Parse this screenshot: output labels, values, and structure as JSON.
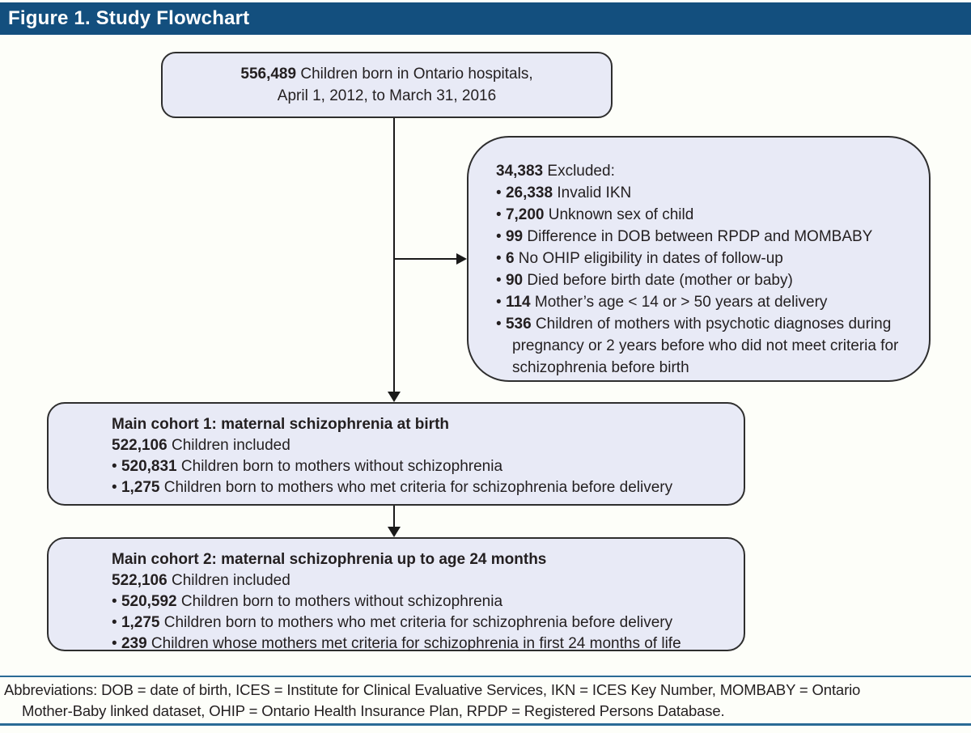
{
  "figure": {
    "title": "Figure 1. Study Flowchart"
  },
  "glyphs": {
    "bullet": "•"
  },
  "colors": {
    "header_blue": "#134F7E",
    "rule_blue": "#2A6A95",
    "box_fill": "#E8EAF6",
    "box_border": "#2E2E2E",
    "text": "#231F20"
  },
  "flow": {
    "top_box": {
      "num": "556,489",
      "text": "Children born in Ontario hospitals,",
      "line2": "April 1, 2012, to March 31, 2016"
    },
    "excluded_box": {
      "num": "34,383",
      "label": "Excluded:",
      "items": [
        {
          "num": "26,338",
          "text": "Invalid IKN"
        },
        {
          "num": "7,200",
          "text": "Unknown sex of child"
        },
        {
          "num": "99",
          "text": "Difference in DOB between RPDP and MOMBABY"
        },
        {
          "num": "6",
          "text": "No OHIP eligibility in dates of follow-up"
        },
        {
          "num": "90",
          "text": "Died before birth date (mother or baby)"
        },
        {
          "num": "114",
          "text": "Mother’s age < 14 or > 50 years at delivery"
        },
        {
          "num": "536",
          "text": "Children of mothers with psychotic diagnoses during pregnancy or 2 years before who did not meet criteria for schizophrenia before birth"
        }
      ]
    },
    "cohort1_box": {
      "title": "Main cohort 1: maternal schizophrenia at birth",
      "num": "522,106",
      "included": "Children included",
      "items": [
        {
          "num": "520,831",
          "text": "Children born to mothers without schizophrenia"
        },
        {
          "num": "1,275",
          "text": "Children born to mothers who met criteria for schizophrenia before delivery"
        }
      ]
    },
    "cohort2_box": {
      "title": "Main cohort 2: maternal schizophrenia up to age 24 months",
      "num": "522,106",
      "included": "Children included",
      "items": [
        {
          "num": "520,592",
          "text": "Children born to mothers without schizophrenia"
        },
        {
          "num": "1,275",
          "text": "Children born to mothers who met criteria for schizophrenia before delivery"
        },
        {
          "num": "239",
          "text": "Children whose mothers met criteria for schizophrenia in first 24 months of life"
        }
      ]
    }
  },
  "footnote": {
    "lines": [
      "Abbreviations: DOB = date of birth, ICES = Institute for Clinical Evaluative Services, IKN = ICES Key Number, MOMBABY = Ontario",
      "Mother-Baby linked dataset, OHIP = Ontario Health Insurance Plan, RPDP = Registered Persons Database."
    ]
  }
}
